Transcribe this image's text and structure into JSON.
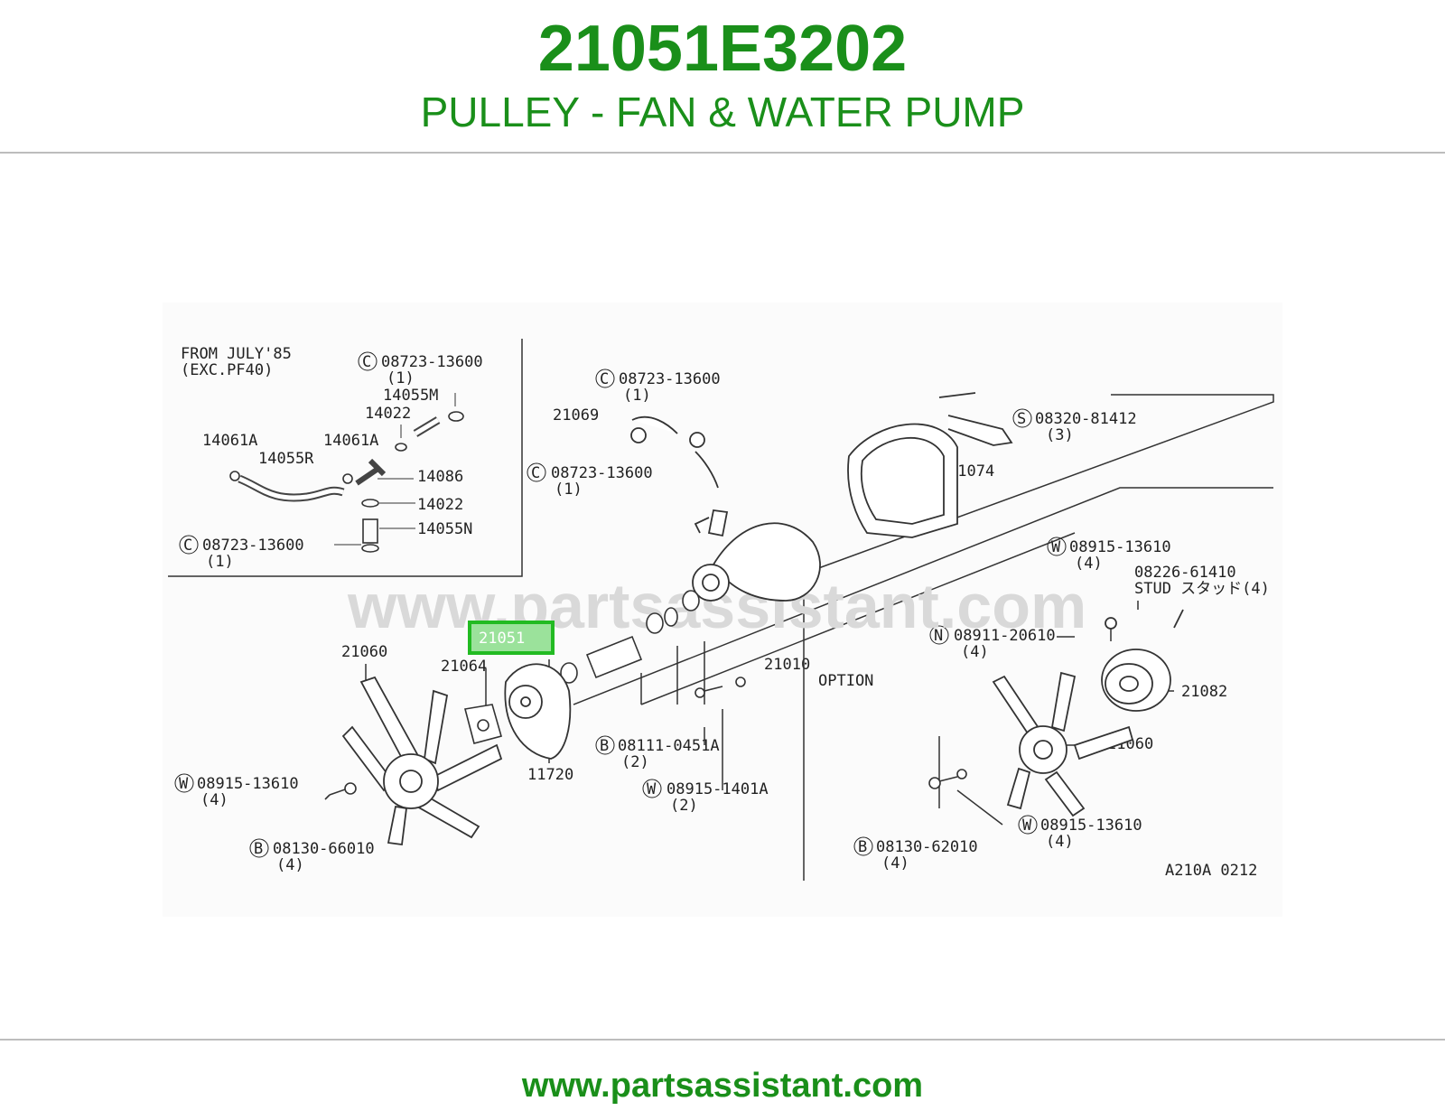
{
  "header": {
    "part_number": "21051E3202",
    "description": "PULLEY - FAN & WATER PUMP"
  },
  "footer": {
    "site": "www.partsassistant.com"
  },
  "colors": {
    "brand_green": "#1a8f1a",
    "highlight_green": "#22bb22",
    "rule_gray": "#bdbdbd"
  },
  "diagram": {
    "watermark": "www.partsassistant.com",
    "inset_note_line1": "FROM JULY'85",
    "inset_note_line2": "(EXC.PF40)",
    "option_label": "OPTION",
    "drawing_code": "A210A 0212",
    "highlighted_part": "21051",
    "callouts": {
      "c08723_top_inset": "08723-13600",
      "qty1_a": "(1)",
      "p14055M": "14055M",
      "p14022_a": "14022",
      "p14061A_a": "14061A",
      "p14061A_b": "14061A",
      "p14055R": "14055R",
      "p14086": "14086",
      "p14022_b": "14022",
      "p14055N": "14055N",
      "c08723_bottom_inset": "08723-13600",
      "qty1_b": "(1)",
      "c08723_top_main": "08723-13600",
      "qty1_c": "(1)",
      "p21069": "21069",
      "c08723_mid_main": "08723-13600",
      "qty1_d": "(1)",
      "s08320": "08320-81412",
      "qty3": "(3)",
      "p21074": "21074",
      "w08915_right": "08915-13610",
      "qty4_a": "(4)",
      "p08226": "08226-61410",
      "stud": "STUD スタッド(4)",
      "n08911": "08911-20610",
      "qty4_b": "(4)",
      "p21082": "21082",
      "p21010": "21010",
      "p21060_left": "21060",
      "p21064": "21064",
      "p11720": "11720",
      "b08111": "08111-0451A",
      "qty2_a": "(2)",
      "w08915_1401A": "08915-1401A",
      "qty2_b": "(2)",
      "w08915_left": "08915-13610",
      "qty4_c": "(4)",
      "b08130_66010": "08130-66010",
      "qty4_d": "(4)",
      "p21060_right": "21060",
      "w08915_bottom": "08915-13610",
      "qty4_e": "(4)",
      "b08130_62010": "08130-62010",
      "qty4_f": "(4)"
    },
    "circle_letters": {
      "c": "C",
      "s": "S",
      "w": "W",
      "n": "N",
      "b": "B"
    }
  }
}
